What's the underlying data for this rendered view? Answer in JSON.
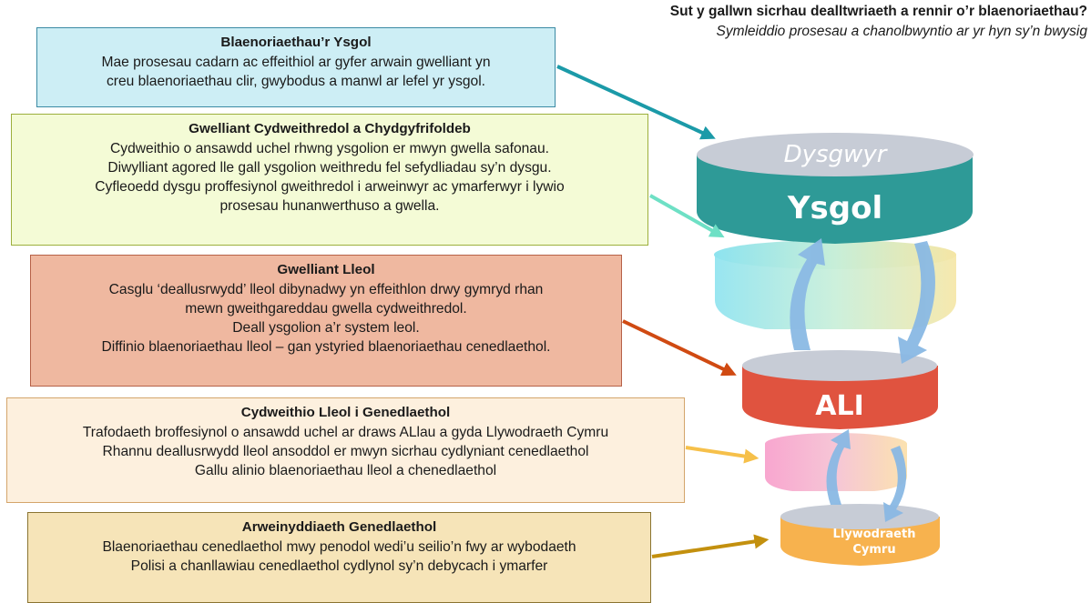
{
  "header": {
    "question": "Sut y gallwn sicrhau dealltwriaeth a rennir o’r blaenoriaethau?",
    "subtitle": "Symleiddio prosesau a chanolbwyntio ar yr hyn sy’n bwysig"
  },
  "boxes": [
    {
      "title": "Blaenoriaethau’r Ysgol",
      "lines": [
        "Mae prosesau cadarn ac effeithiol ar gyfer arwain gwelliant yn",
        "creu blaenoriaethau clir, gwybodus a manwl ar lefel yr ysgol."
      ]
    },
    {
      "title": "Gwelliant Cydweithredol a Chydgyfrifoldeb",
      "lines": [
        "Cydweithio o ansawdd uchel rhwng ysgolion er mwyn gwella safonau.",
        "Diwylliant agored lle gall ysgolion weithredu fel sefydliadau sy’n dysgu.",
        "Cyfleoedd dysgu proffesiynol gweithredol i arweinwyr ac ymarferwyr i lywio",
        "prosesau hunanwerthuso a gwella."
      ]
    },
    {
      "title": "Gwelliant Lleol",
      "lines": [
        "Casglu ‘deallusrwydd’ lleol dibynadwy yn effeithlon drwy gymryd rhan",
        "mewn gweithgareddau gwella cydweithredol.",
        "Deall ysgolion a’r system leol.",
        "Diffinio blaenoriaethau lleol – gan ystyried blaenoriaethau cenedlaethol."
      ]
    },
    {
      "title": "Cydweithio Lleol i Genedlaethol",
      "lines": [
        "Trafodaeth broffesiynol o ansawdd uchel ar draws ALlau a gyda Llywodraeth Cymru",
        "Rhannu deallusrwydd lleol ansoddol er mwyn sicrhau cydlyniant cenedlaethol",
        "Gallu alinio blaenoriaethau lleol a chenedlaethol"
      ]
    },
    {
      "title": "Arweinyddiaeth Genedlaethol",
      "lines": [
        "Blaenoriaethau cenedlaethol mwy penodol wedi’u seilio’n fwy ar wybodaeth",
        "Polisi a chanllawiau cenedlaethol cydlynol sy’n debycach i ymarfer"
      ]
    }
  ],
  "funnel": {
    "top_label": "Dysgwyr",
    "school_label": "Ysgol",
    "la_label": "ALI",
    "gov_label_1": "Llywodraeth",
    "gov_label_2": "Cymru"
  },
  "colors": {
    "box1": "#cdeef5",
    "box2": "#f4fbd6",
    "box3": "#efb8a0",
    "box4": "#fdf0de",
    "box5": "#f6e4b8",
    "school_teal": "#2e9a97",
    "la_red": "#e0533f",
    "gov_orange": "#f7b24e",
    "cycle_arrow": "#8ab9e4",
    "arrow1": "#1b9aa8",
    "arrow2": "#6ee0c5",
    "arrow3": "#d04a12",
    "arrow4": "#f6c04a",
    "arrow5": "#c3900e"
  }
}
